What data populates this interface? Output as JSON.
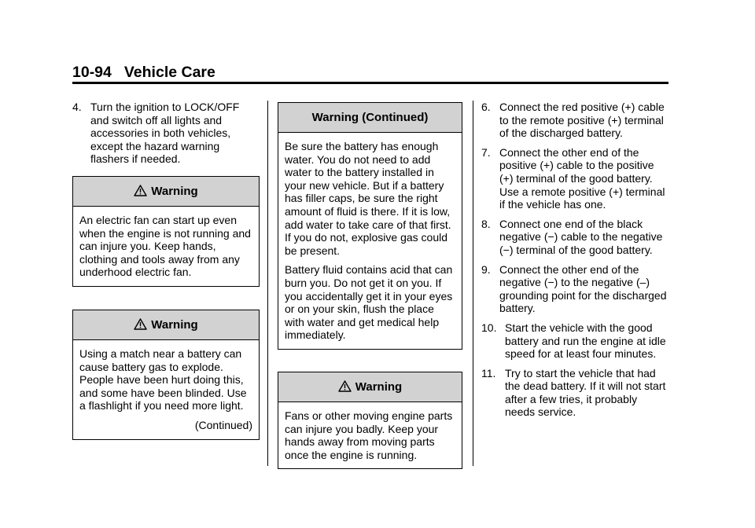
{
  "header": {
    "page_number": "10-94",
    "section_title": "Vehicle Care"
  },
  "column1": {
    "step4": {
      "number": "4.",
      "text": "Turn the ignition to LOCK/OFF and switch off all lights and accessories in both vehicles, except the hazard warning flashers if needed."
    },
    "warning1": {
      "title": "Warning",
      "body": "An electric fan can start up even when the engine is not running and can injure you. Keep hands, clothing and tools away from any underhood electric fan."
    },
    "warning2": {
      "title": "Warning",
      "body": "Using a match near a battery can cause battery gas to explode. People have been hurt doing this, and some have been blinded. Use a flashlight if you need more light.",
      "continued": "(Continued)"
    }
  },
  "column2": {
    "warning_cont": {
      "title": "Warning  (Continued)",
      "paragraphs": [
        "Be sure the battery has enough water. You do not need to add water to the battery installed in your new vehicle. But if a battery has filler caps, be sure the right amount of fluid is there. If it is low, add water to take care of that first. If you do not, explosive gas could be present.",
        "Battery fluid contains acid that can burn you. Do not get it on you. If you accidentally get it in your eyes or on your skin, flush the place with water and get medical help immediately."
      ]
    },
    "warning3": {
      "title": "Warning",
      "body": "Fans or other moving engine parts can injure you badly. Keep your hands away from moving parts once the engine is running."
    }
  },
  "column3": {
    "steps": [
      {
        "number": "6.",
        "text": "Connect the red positive (+) cable to the remote positive (+) terminal of the discharged battery."
      },
      {
        "number": "7.",
        "text": "Connect the other end of the positive (+) cable to the positive (+) terminal of the good battery. Use a remote positive (+) terminal if the vehicle has one."
      },
      {
        "number": "8.",
        "text": "Connect one end of the black negative (−) cable to the negative (−) terminal of the good battery."
      },
      {
        "number": "9.",
        "text": "Connect the other end of the negative (−) to the negative (–) grounding point for the discharged battery."
      },
      {
        "number": "10.",
        "text": "Start the vehicle with the good battery and run the engine at idle speed for at least four minutes."
      },
      {
        "number": "11.",
        "text": "Try to start the vehicle that had the dead battery. If it will not start after a few tries, it probably needs service."
      }
    ]
  },
  "icons": {
    "warning": "warning-triangle-icon"
  },
  "colors": {
    "box_header_bg": "#d2d2d2",
    "text": "#000000"
  }
}
